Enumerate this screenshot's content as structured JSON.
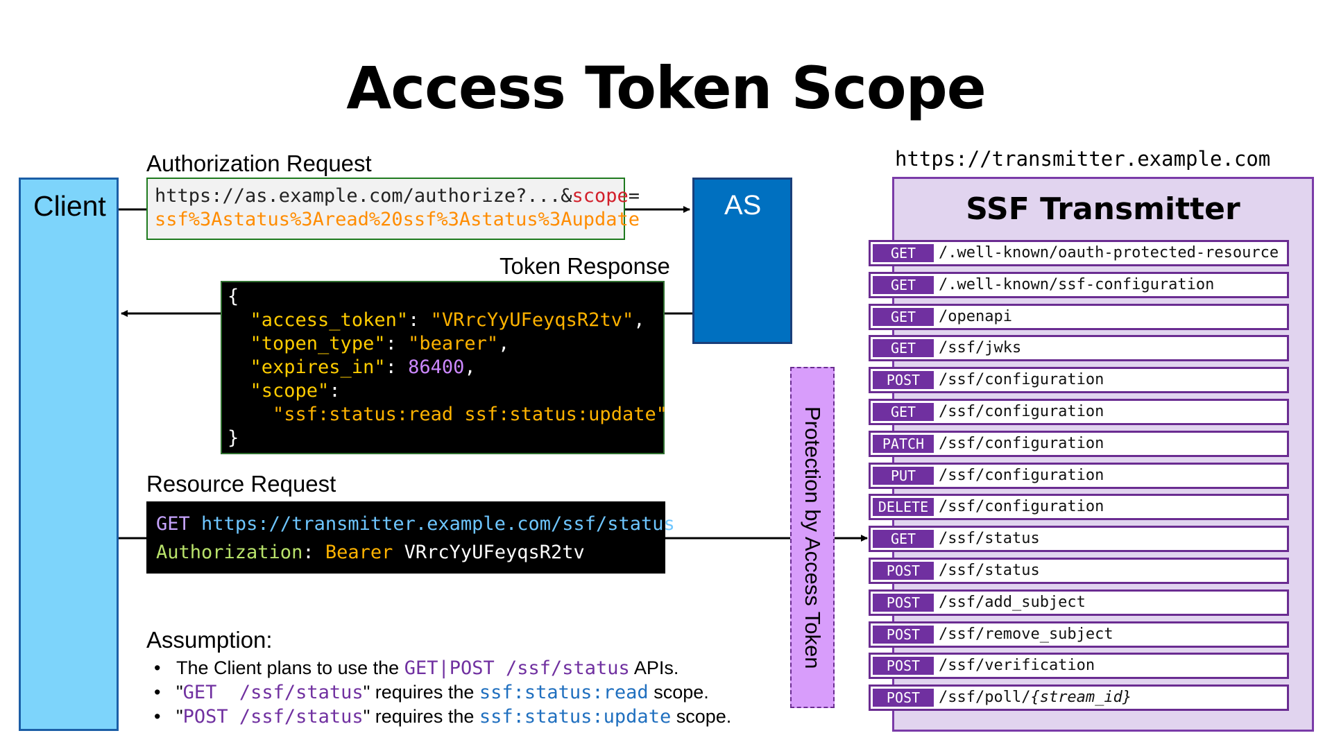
{
  "title": "Access Token Scope",
  "client": {
    "label": "Client"
  },
  "as": {
    "label": "AS"
  },
  "authorization_request": {
    "label": "Authorization Request",
    "url_prefix": "https://as.example.com/authorize?...&",
    "scope_param": "scope",
    "equals": "=",
    "scope_value": "ssf%3Astatus%3Aread%20ssf%3Astatus%3Aupdate"
  },
  "token_response": {
    "label": "Token Response",
    "open_brace": "{",
    "k_access_token": "\"access_token\"",
    "v_access_token": "\"VRrcYyUFeyqsR2tv\"",
    "k_token_type": "\"topen_type\"",
    "v_token_type": "\"bearer\"",
    "k_expires_in": "\"expires_in\"",
    "v_expires_in": "86400",
    "k_scope": "\"scope\"",
    "v_scope": "\"ssf:status:read ssf:status:update\"",
    "close_brace": "}"
  },
  "resource_request": {
    "label": "Resource Request",
    "method": "GET",
    "url": "https://transmitter.example.com/ssf/status",
    "header_name": "Authorization",
    "auth_scheme": "Bearer",
    "token": "VRrcYyUFeyqsR2tv"
  },
  "protection": {
    "label": "Protection by Access Token"
  },
  "transmitter": {
    "url": "https://transmitter.example.com",
    "title": "SSF Transmitter",
    "endpoints": [
      {
        "method": "GET",
        "path": "/.well-known/oauth-protected-resource"
      },
      {
        "method": "GET",
        "path": "/.well-known/ssf-configuration"
      },
      {
        "method": "GET",
        "path": "/openapi"
      },
      {
        "method": "GET",
        "path": "/ssf/jwks"
      },
      {
        "method": "POST",
        "path": "/ssf/configuration"
      },
      {
        "method": "GET",
        "path": "/ssf/configuration"
      },
      {
        "method": "PATCH",
        "path": "/ssf/configuration"
      },
      {
        "method": "PUT",
        "path": "/ssf/configuration"
      },
      {
        "method": "DELETE",
        "path": "/ssf/configuration"
      },
      {
        "method": "GET",
        "path": "/ssf/status"
      },
      {
        "method": "POST",
        "path": "/ssf/status"
      },
      {
        "method": "POST",
        "path": "/ssf/add_subject"
      },
      {
        "method": "POST",
        "path": "/ssf/remove_subject"
      },
      {
        "method": "POST",
        "path": "/ssf/verification"
      },
      {
        "method": "POST",
        "path": "/ssf/poll/",
        "path_param": "{stream_id}"
      }
    ]
  },
  "assumption": {
    "title": "Assumption:",
    "b1_pre": "The Client plans to use the ",
    "b1_methods": "GET|POST /ssf/status",
    "b1_post": " APIs.",
    "b2_open": "\"",
    "b2_method": "GET  /ssf/status",
    "b2_mid": "\" requires the ",
    "b2_scope": "ssf:status:read",
    "b2_post": " scope.",
    "b3_open": "\"",
    "b3_method": "POST /ssf/status",
    "b3_mid": "\" requires the ",
    "b3_scope": "ssf:status:update",
    "b3_post": " scope."
  },
  "colors": {
    "client_fill": "#7dd4fb",
    "as_fill": "#0070c0",
    "protection_fill": "#d89dfb",
    "transmitter_fill": "#e1d4ef",
    "method_badge": "#7030a0"
  }
}
